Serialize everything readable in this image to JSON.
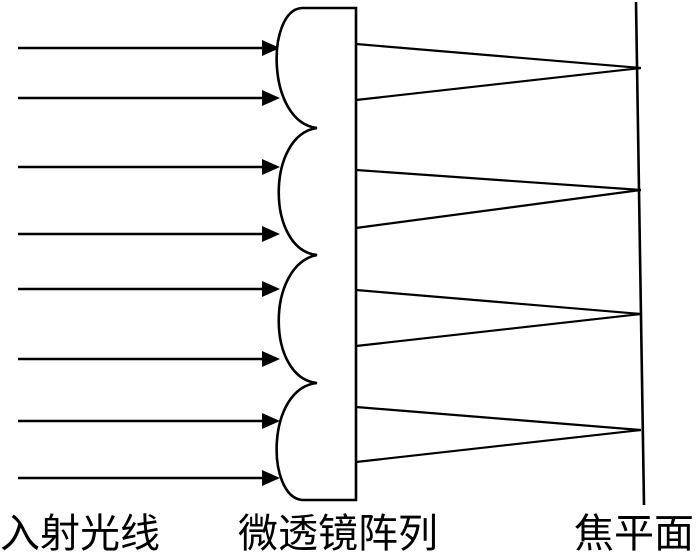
{
  "labels": {
    "incident_rays": "入射光线",
    "microlens_array": "微透镜阵列",
    "focal_plane": "焦平面"
  },
  "diagram": {
    "incoming_ray_count": 8,
    "lens_count": 4,
    "line_color": "#000000"
  }
}
